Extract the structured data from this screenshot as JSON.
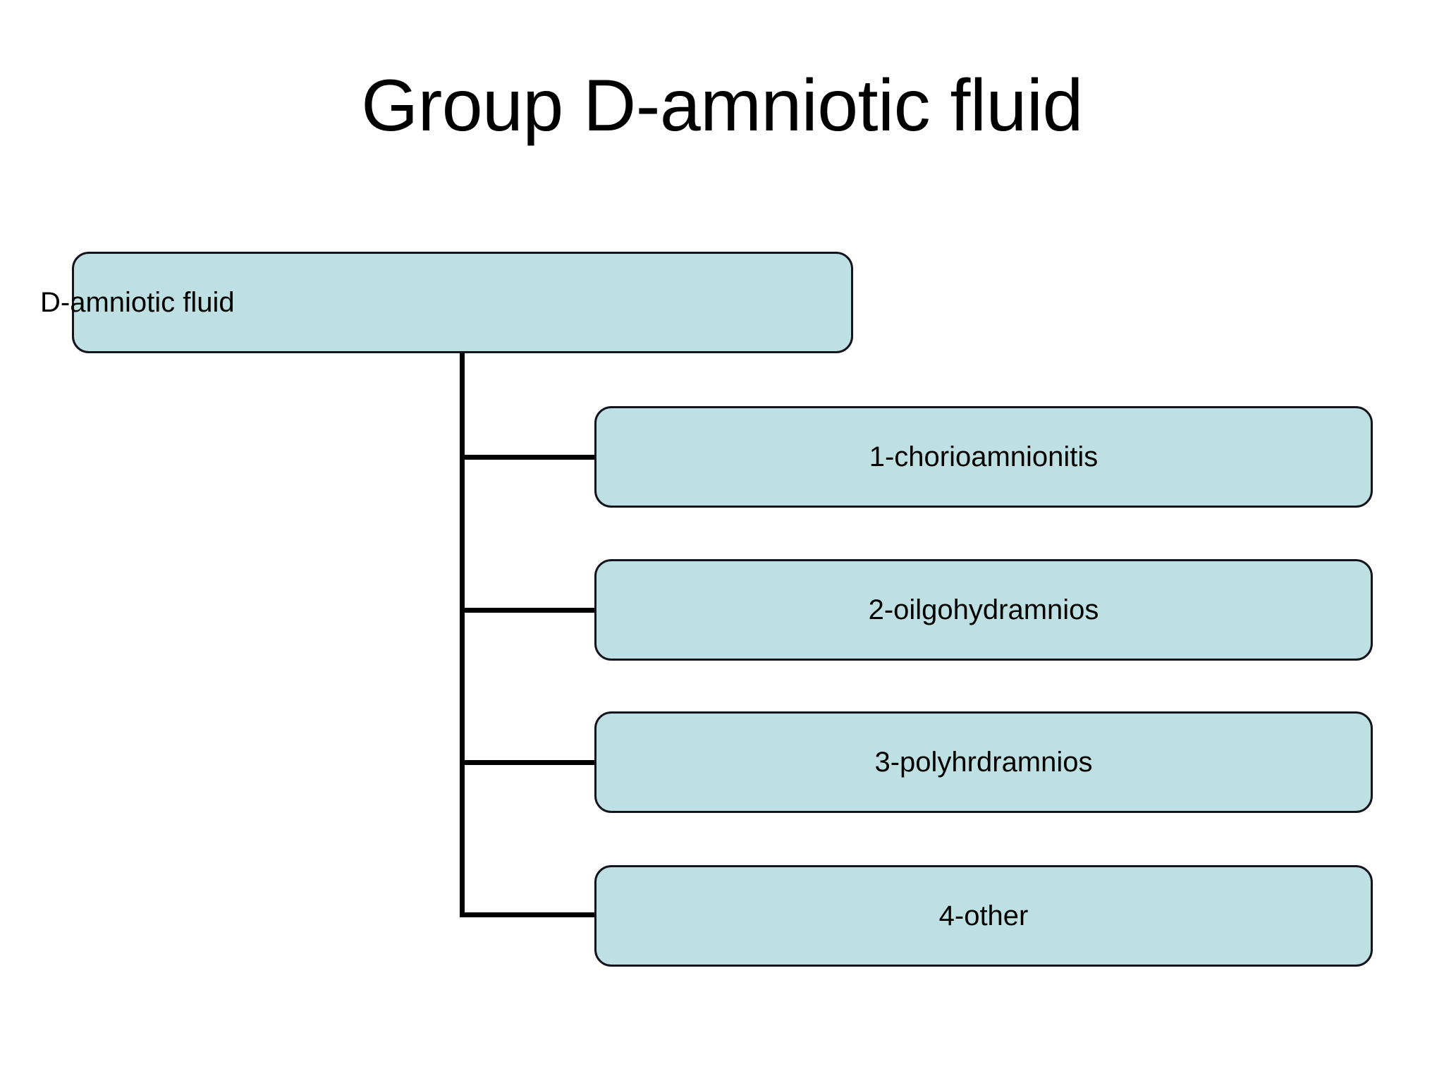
{
  "slide": {
    "title": "Group D-amniotic fluid",
    "background_color": "#ffffff"
  },
  "theme": {
    "node_fill": "#bfe0e2",
    "node_border": "#14141e",
    "connector_color": "#000000",
    "text_color": "#000000"
  },
  "diagram": {
    "type": "hierarchy",
    "root": {
      "label": "D-amniotic fluid"
    },
    "children": [
      {
        "label": "1-chorioamnionitis"
      },
      {
        "label": "2-oilgohydramnios"
      },
      {
        "label": "3-polyhrdramnios"
      },
      {
        "label": "4-other"
      }
    ]
  }
}
